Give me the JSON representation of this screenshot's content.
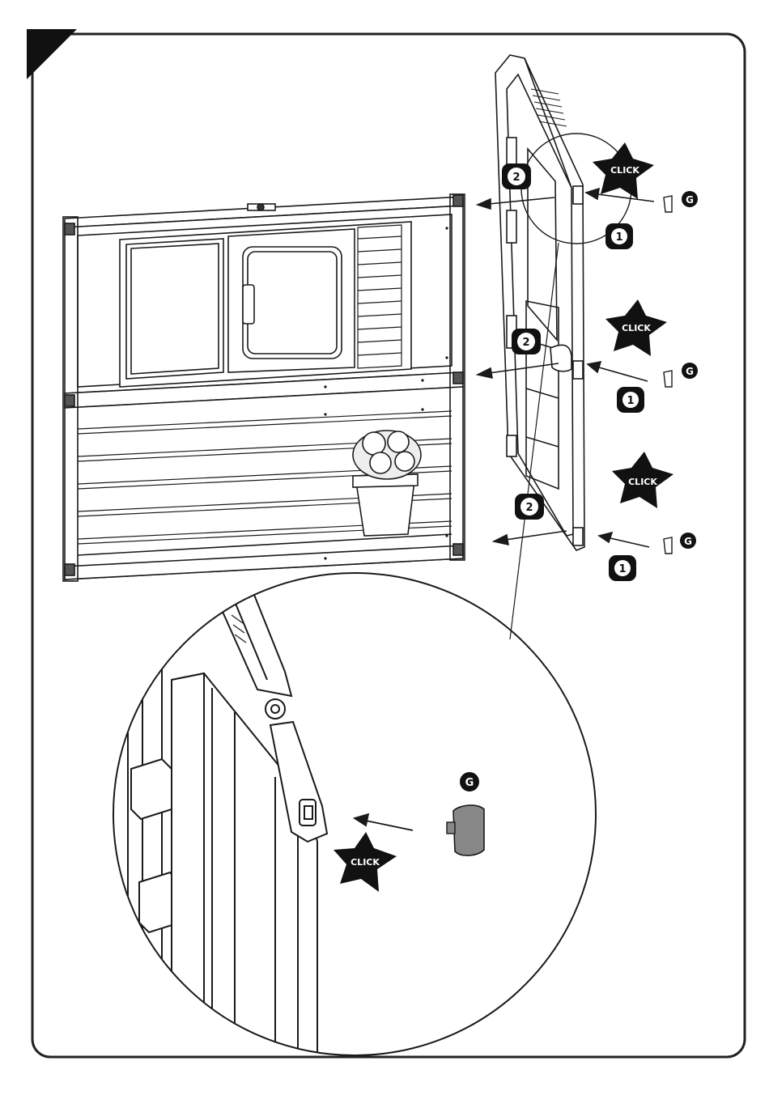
{
  "labels": {
    "click": "CLICK",
    "part_g": "G",
    "step_1": "1",
    "step_2": "2"
  },
  "colors": {
    "line": "#1a1a1a",
    "frame": "#222222",
    "panel_fill": "#ffffff",
    "panel_shade": "#eeeeee",
    "clip_fill": "#888888",
    "badge_fill": "#111111",
    "badge_text": "#ffffff"
  },
  "icons": {
    "corner": "corner-triangle-icon",
    "click": "click-star-icon",
    "part": "clip-part-icon",
    "step_badge": "step-number-badge"
  }
}
